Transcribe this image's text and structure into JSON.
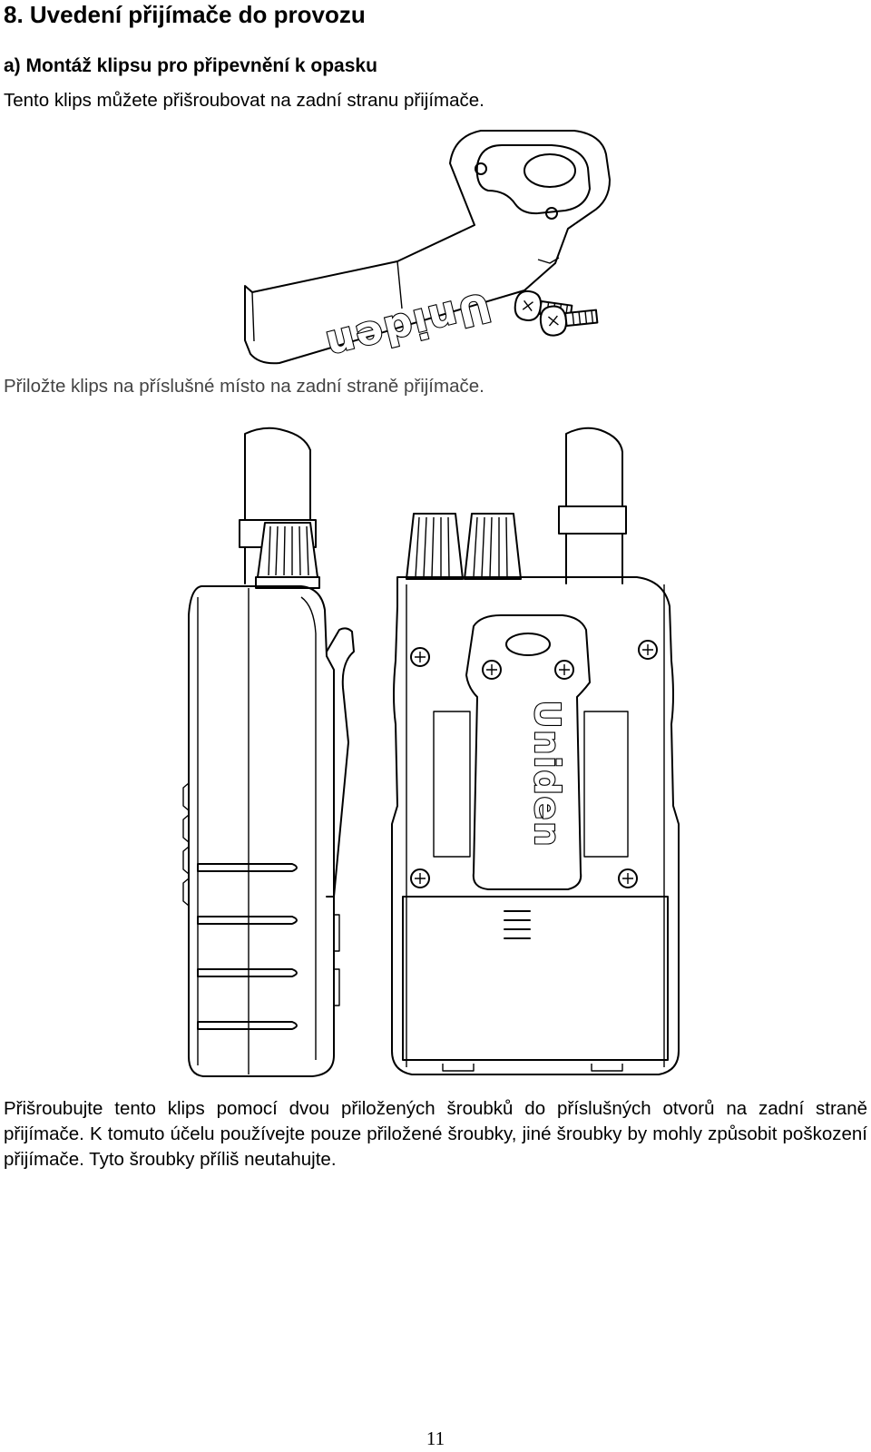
{
  "section_title": "8. Uvedení přijímače do provozu",
  "subsection_title": "a) Montáž klipsu pro připevnění k opasku",
  "paragraph_1": "Tento klips můžete přišroubovat na zadní stranu přijímače.",
  "paragraph_2": "Přiložte klips na příslušné místo na zadní straně přijímače.",
  "paragraph_3": "Přišroubujte tento klips pomocí dvou přiložených šroubků do příslušných otvorů na zadní straně přijímače. K tomuto účelu používejte pouze přiložené šroubky, jiné šroubky by mohly způsobit poškození přijímače. Tyto šroubky příliš neutahujte.",
  "clip_logo": "Uniden",
  "device_logo": "Uniden",
  "page_number": "11"
}
